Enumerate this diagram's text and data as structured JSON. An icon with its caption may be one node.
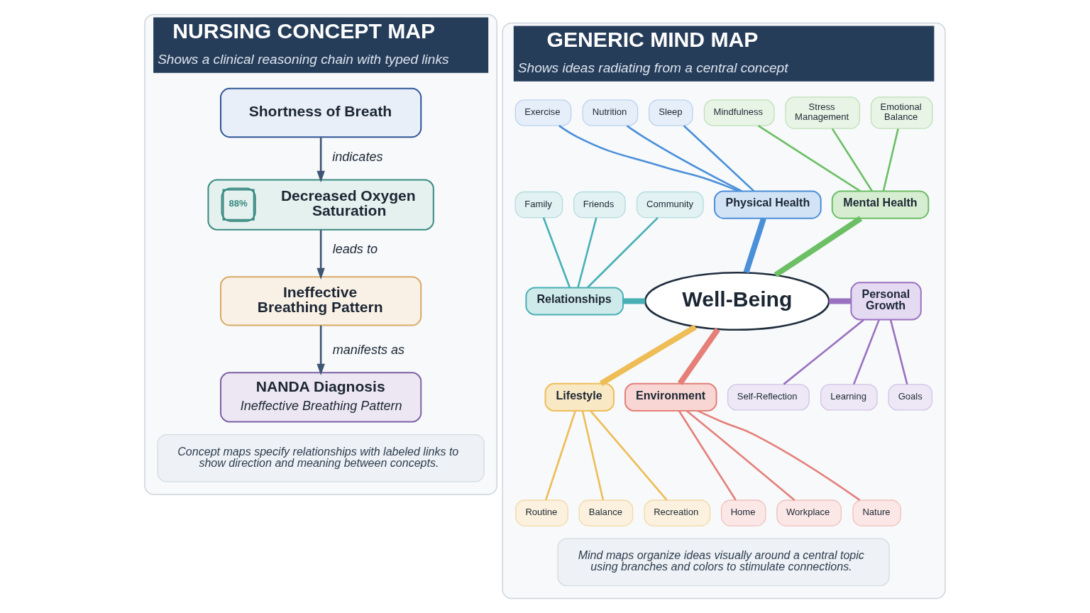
{
  "diagram": {
    "nodes": [
      {
        "text": [
          "NURSING CONCEPT MAP",
          "Shows a clinical reasoning chain with typed links"
        ]
      },
      {
        "text": [
          "Shortness of Breath"
        ],
        "in": 0
      },
      {
        "text": [
          "88%",
          "Decreased Oxygen Saturation"
        ],
        "in": 0
      },
      {
        "text": [
          "Ineffective Breathing Pattern"
        ],
        "in": 0
      },
      {
        "text": [
          "NANDA Diagnosis",
          "Ineffective Breathing Pattern"
        ],
        "in": 0
      },
      {
        "text": [
          "Concept maps specify relationships with labeled links to show direction and meaning between concepts."
        ],
        "in": 0
      },
      {
        "text": [
          "GENERIC MIND MAP",
          "Shows ideas radiating from a central concept"
        ]
      },
      {
        "text": [
          "Well-Being"
        ],
        "in": 6
      },
      {
        "text": [
          "Physical Health"
        ],
        "in": 6
      },
      {
        "text": [
          "Exercise"
        ],
        "in": 6
      },
      {
        "text": [
          "Nutrition"
        ],
        "in": 6
      },
      {
        "text": [
          "Sleep"
        ],
        "in": 6
      },
      {
        "text": [
          "Mental Health"
        ],
        "in": 6
      },
      {
        "text": [
          "Mindfulness"
        ],
        "in": 6
      },
      {
        "text": [
          "Stress Management"
        ],
        "in": 6
      },
      {
        "text": [
          "Emotional Balance"
        ],
        "in": 6
      },
      {
        "text": [
          "Relationships"
        ],
        "in": 6
      },
      {
        "text": [
          "Family"
        ],
        "in": 6
      },
      {
        "text": [
          "Friends"
        ],
        "in": 6
      },
      {
        "text": [
          "Community"
        ],
        "in": 6
      },
      {
        "text": [
          "Personal Growth"
        ],
        "in": 6
      },
      {
        "text": [
          "Learning"
        ],
        "in": 6
      },
      {
        "text": [
          "Goals"
        ],
        "in": 6
      },
      {
        "text": [
          "Self-Reflection"
        ],
        "in": 6
      },
      {
        "text": [
          "Lifestyle"
        ],
        "in": 6
      },
      {
        "text": [
          "Routine"
        ],
        "in": 6
      },
      {
        "text": [
          "Balance"
        ],
        "in": 6
      },
      {
        "text": [
          "Recreation"
        ],
        "in": 6
      },
      {
        "text": [
          "Environment"
        ],
        "in": 6
      },
      {
        "text": [
          "Home"
        ],
        "in": 6
      },
      {
        "text": [
          "Workplace"
        ],
        "in": 6
      },
      {
        "text": [
          "Nature"
        ],
        "in": 6
      },
      {
        "text": [
          "Mind maps organize ideas visually around a central topic using branches and colors to stimulate connections."
        ],
        "in": 6
      }
    ],
    "edges": [
      {
        "from": 1,
        "to": 2,
        "arrow": "to",
        "label": "indicates",
        "color": "#3e5573"
      },
      {
        "from": 2,
        "to": 3,
        "arrow": "to",
        "label": "leads to",
        "color": "#3e5573"
      },
      {
        "from": 3,
        "to": 4,
        "arrow": "to",
        "label": "manifests as",
        "color": "#3e5573"
      },
      {
        "from": 8,
        "to": 7,
        "arrow": "none",
        "style": "thick",
        "color": "#4a8fd8"
      },
      {
        "from": 9,
        "to": 8,
        "arrow": "none",
        "color": "#4a8fd8"
      },
      {
        "from": 10,
        "to": 8,
        "arrow": "none",
        "color": "#4a8fd8"
      },
      {
        "from": 11,
        "to": 8,
        "arrow": "none",
        "color": "#4a8fd8"
      },
      {
        "from": 12,
        "to": 7,
        "arrow": "none",
        "style": "thick",
        "color": "#6cbf65"
      },
      {
        "from": 13,
        "to": 12,
        "arrow": "none",
        "color": "#6cbf65"
      },
      {
        "from": 14,
        "to": 12,
        "arrow": "none",
        "color": "#6cbf65"
      },
      {
        "from": 15,
        "to": 12,
        "arrow": "none",
        "color": "#6cbf65"
      },
      {
        "from": 16,
        "to": 7,
        "arrow": "none",
        "style": "thick",
        "color": "#48b0b5"
      },
      {
        "from": 17,
        "to": 16,
        "arrow": "none",
        "color": "#48b0b5"
      },
      {
        "from": 18,
        "to": 16,
        "arrow": "none",
        "color": "#48b0b5"
      },
      {
        "from": 19,
        "to": 16,
        "arrow": "none",
        "color": "#48b0b5"
      },
      {
        "from": 7,
        "to": 20,
        "arrow": "none",
        "style": "thick",
        "color": "#9a72c0"
      },
      {
        "from": 20,
        "to": 21,
        "arrow": "none",
        "color": "#9a72c0"
      },
      {
        "from": 20,
        "to": 22,
        "arrow": "none",
        "color": "#9a72c0"
      },
      {
        "from": 20,
        "to": 23,
        "arrow": "none",
        "color": "#9a72c0"
      },
      {
        "from": 7,
        "to": 24,
        "arrow": "none",
        "style": "thick",
        "color": "#eebd55"
      },
      {
        "from": 24,
        "to": 25,
        "arrow": "none",
        "color": "#eebd55"
      },
      {
        "from": 24,
        "to": 26,
        "arrow": "none",
        "color": "#eebd55"
      },
      {
        "from": 24,
        "to": 27,
        "arrow": "none",
        "color": "#eebd55"
      },
      {
        "from": 7,
        "to": 28,
        "arrow": "none",
        "style": "thick",
        "color": "#e57f78"
      },
      {
        "from": 28,
        "to": 29,
        "arrow": "none",
        "color": "#e57f78"
      },
      {
        "from": 28,
        "to": 30,
        "arrow": "none",
        "color": "#e57f78"
      },
      {
        "from": 28,
        "to": 31,
        "arrow": "none",
        "color": "#e57f78"
      }
    ]
  }
}
